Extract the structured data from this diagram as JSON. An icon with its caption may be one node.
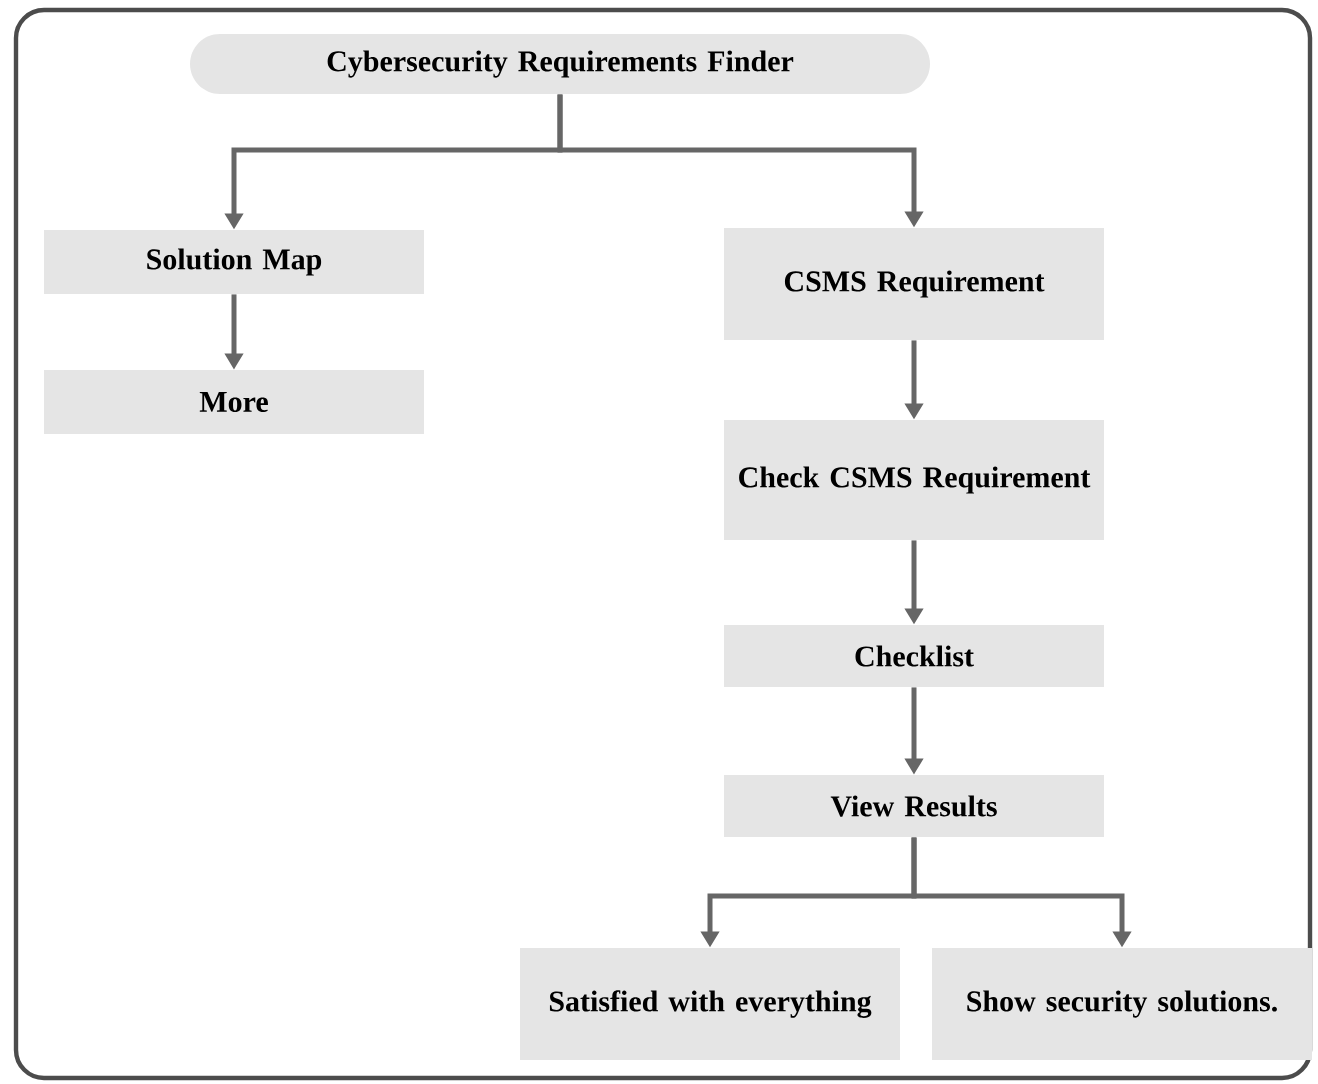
{
  "diagram": {
    "nodes": [
      {
        "text": [
          "Cybersecurity Requirements Finder"
        ]
      },
      {
        "text": [
          "Solution Map"
        ]
      },
      {
        "text": [
          "More"
        ]
      },
      {
        "text": [
          "CSMS Requirement"
        ]
      },
      {
        "text": [
          "Check CSMS Requirement"
        ]
      },
      {
        "text": [
          "Checklist"
        ]
      },
      {
        "text": [
          "View Results"
        ]
      },
      {
        "text": [
          "Satisfied with everything"
        ]
      },
      {
        "text": [
          "Show security solutions."
        ]
      }
    ],
    "edges": [
      {
        "from": 0,
        "to": 1,
        "arrow": "to"
      },
      {
        "from": 0,
        "to": 3,
        "arrow": "to"
      },
      {
        "from": 1,
        "to": 2,
        "arrow": "to"
      },
      {
        "from": 3,
        "to": 4,
        "arrow": "to"
      },
      {
        "from": 4,
        "to": 5,
        "arrow": "to"
      },
      {
        "from": 5,
        "to": 6,
        "arrow": "to"
      },
      {
        "from": 6,
        "to": 7,
        "arrow": "to"
      },
      {
        "from": 6,
        "to": 8,
        "arrow": "to"
      }
    ]
  }
}
